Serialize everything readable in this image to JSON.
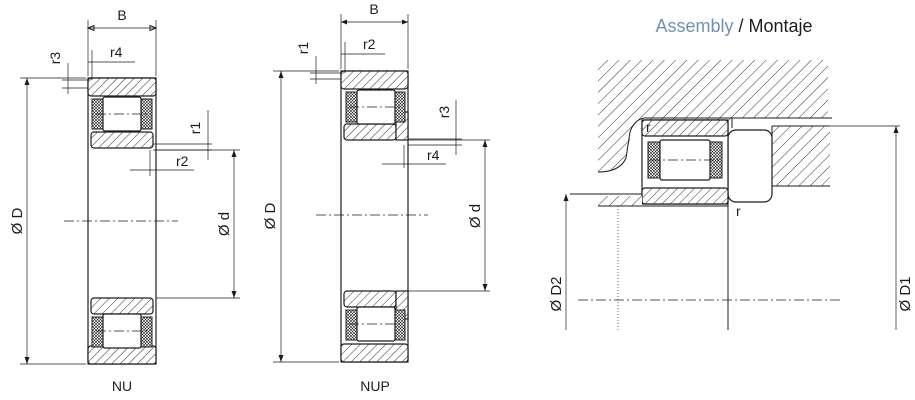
{
  "labels": {
    "nu_B": "B",
    "nu_r3": "r3",
    "nu_r4": "r4",
    "nu_r1": "r1",
    "nu_r2": "r2",
    "nu_D": "Ø D",
    "nu_d": "Ø d",
    "nu_caption": "NU",
    "nup_B": "B",
    "nup_r1": "r1",
    "nup_r2": "r2",
    "nup_r3": "r3",
    "nup_r4": "r4",
    "nup_D": "Ø D",
    "nup_d": "Ø d",
    "nup_caption": "NUP",
    "title_en": "Assembly",
    "title_sep": " / ",
    "title_es": "Montaje",
    "asm_r_top": "r",
    "asm_r_bottom": "r",
    "asm_D2": "Ø D2",
    "asm_D1": "Ø D1"
  },
  "colors": {
    "line": "#1d1d1b",
    "title_accent": "#6f91b5"
  }
}
